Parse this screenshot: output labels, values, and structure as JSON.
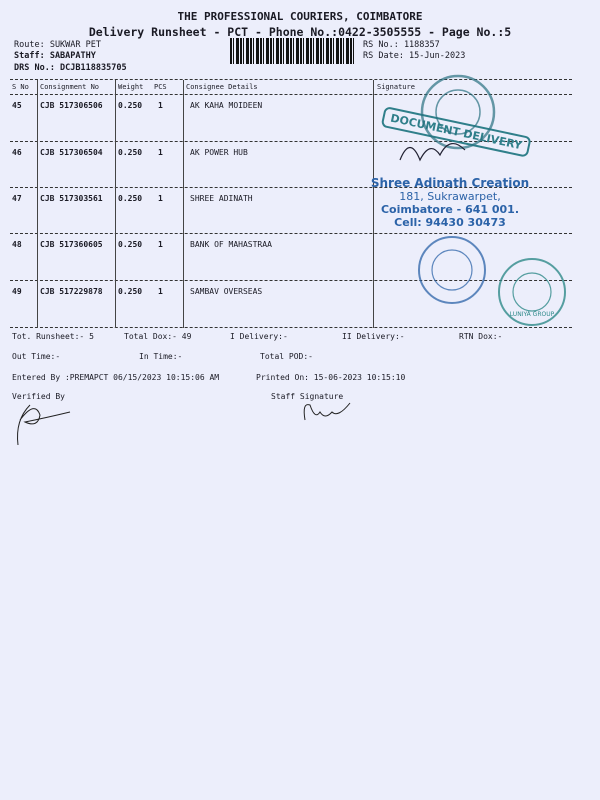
{
  "header": {
    "company": "THE PROFESSIONAL COURIERS, COIMBATORE",
    "subtitle": "Delivery Runsheet - PCT - Phone No.:0422-3505555 - Page No.:5",
    "route": "Route: SUKWAR PET",
    "staff": "Staff: SABAPATHY",
    "drs": "DRS No.: DCJB118835705",
    "rs_no": "RS No.: 1188357",
    "rs_date": "RS Date: 15-Jun-2023"
  },
  "table": {
    "columns": [
      "S No",
      "Consignment No",
      "Weight",
      "PCS",
      "Consignee Details",
      "Signature"
    ],
    "rows": [
      {
        "sno": "45",
        "cn": "CJB 517306506",
        "weight": "0.250",
        "pcs": "1",
        "consignee": "AK KAHA MOIDEEN"
      },
      {
        "sno": "46",
        "cn": "CJB 517306504",
        "weight": "0.250",
        "pcs": "1",
        "consignee": "AK POWER HUB"
      },
      {
        "sno": "47",
        "cn": "CJB 517303561",
        "weight": "0.250",
        "pcs": "1",
        "consignee": "SHREE ADINATH"
      },
      {
        "sno": "48",
        "cn": "CJB 517360605",
        "weight": "0.250",
        "pcs": "1",
        "consignee": "BANK OF MAHASTRAA"
      },
      {
        "sno": "49",
        "cn": "CJB 517229878",
        "weight": "0.250",
        "pcs": "1",
        "consignee": "SAMBAV OVERSEAS"
      }
    ]
  },
  "summary": {
    "tot_runsheet": "Tot. Runsheet:- 5",
    "total_dox": "Total Dox:-  49",
    "i_delivery": "I Delivery:-",
    "ii_delivery": "II Delivery:-",
    "rtn_dox": "RTN Dox:-",
    "out_time": "Out Time:-",
    "in_time": "In Time:-",
    "total_pod": "Total POD:-",
    "entered_by": "Entered By :PREMAPCT 06/15/2023 10:15:06 AM",
    "printed_on": "Printed On: 15-06-2023 10:15:10",
    "verified_by": "Verified By",
    "staff_signature": "Staff Signature"
  },
  "stamps": {
    "document_delivery": "DOCUMENT DELIVERY",
    "shop_name": "Shree Adinath Creation",
    "shop_addr1": "181, Sukrawarpet,",
    "shop_addr2": "Coimbatore - 641 001.",
    "shop_cell": "Cell: 94430 30473",
    "round_stamp": "LUNIYA GROUP"
  },
  "colors": {
    "stamp_blue": "#2c63a8",
    "stamp_teal": "#2f8a8a"
  }
}
